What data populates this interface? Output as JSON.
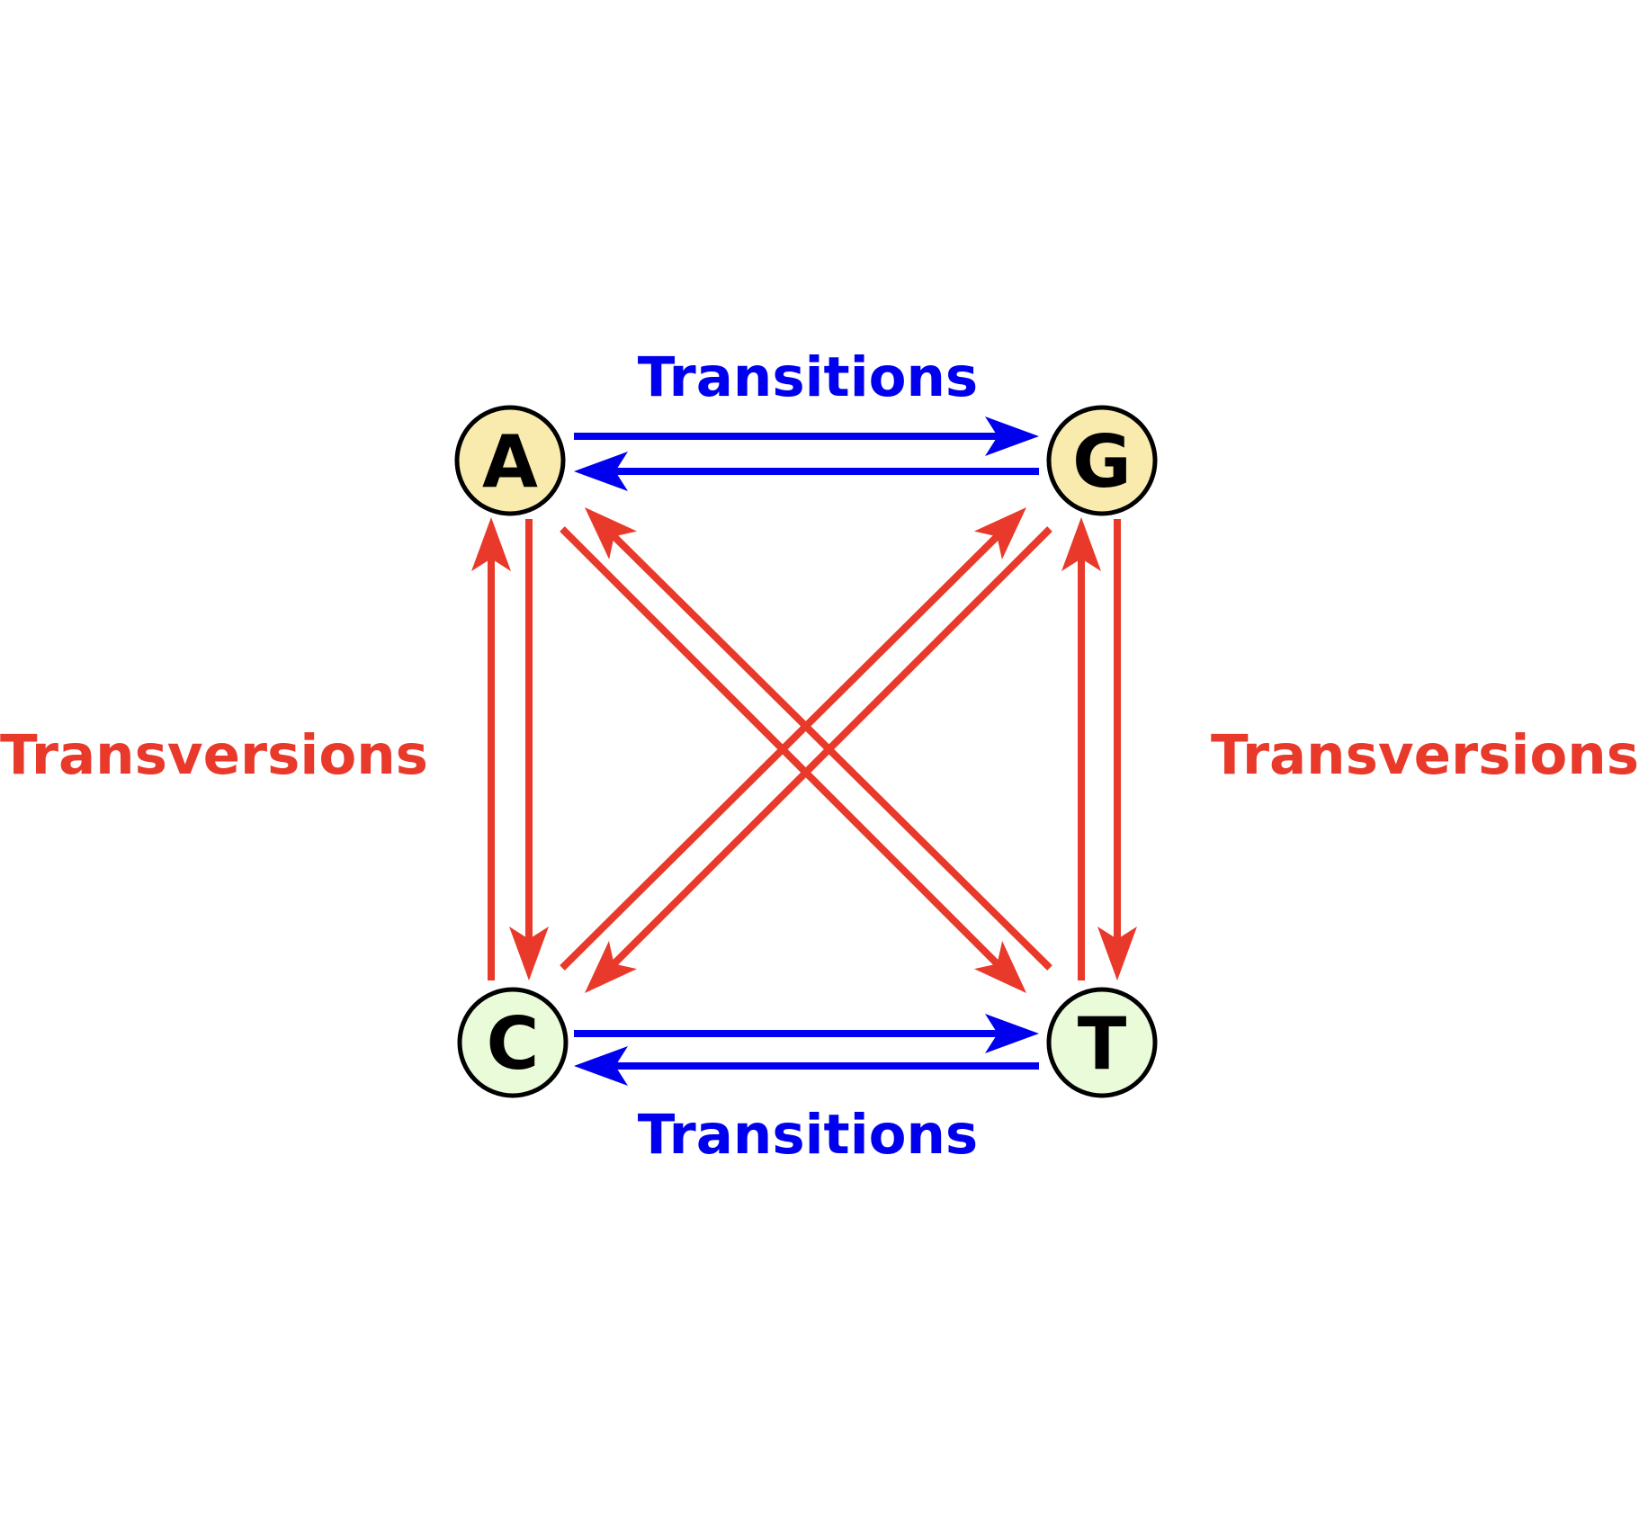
{
  "title_top": "Transitions",
  "title_bottom": "Transitions",
  "label_left": "Transversions",
  "label_right": "Transversions",
  "colors": {
    "transition": "#0000ee",
    "transversion": "#e8392a",
    "purine_fill": "#f9eaae",
    "pyrimidine_fill": "#e9fbd8",
    "outline": "#000000"
  },
  "nodes": [
    {
      "id": "A",
      "label": "A",
      "kind": "purine"
    },
    {
      "id": "G",
      "label": "G",
      "kind": "purine"
    },
    {
      "id": "C",
      "label": "C",
      "kind": "pyrimidine"
    },
    {
      "id": "T",
      "label": "T",
      "kind": "pyrimidine"
    }
  ],
  "edges": [
    {
      "from": "A",
      "to": "G",
      "type": "transition"
    },
    {
      "from": "G",
      "to": "A",
      "type": "transition"
    },
    {
      "from": "C",
      "to": "T",
      "type": "transition"
    },
    {
      "from": "T",
      "to": "C",
      "type": "transition"
    },
    {
      "from": "C",
      "to": "A",
      "type": "transversion"
    },
    {
      "from": "A",
      "to": "C",
      "type": "transversion"
    },
    {
      "from": "T",
      "to": "G",
      "type": "transversion"
    },
    {
      "from": "G",
      "to": "T",
      "type": "transversion"
    },
    {
      "from": "A",
      "to": "T",
      "type": "transversion"
    },
    {
      "from": "T",
      "to": "A",
      "type": "transversion"
    },
    {
      "from": "G",
      "to": "C",
      "type": "transversion"
    },
    {
      "from": "C",
      "to": "G",
      "type": "transversion"
    }
  ]
}
